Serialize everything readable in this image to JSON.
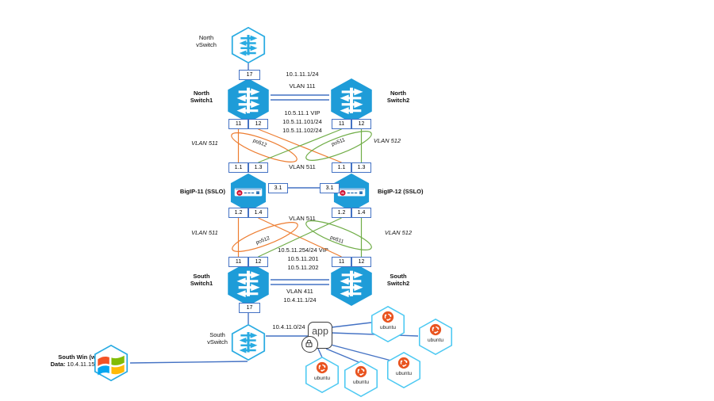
{
  "nodes": {
    "north_vswitch": {
      "line1": "North",
      "line2": "vSwitch"
    },
    "north_switch1": {
      "line1": "North",
      "line2": "Switch1"
    },
    "north_switch2": {
      "line1": "North",
      "line2": "Switch2"
    },
    "bigip11": {
      "label": "BigIP-11 (SSLO)"
    },
    "bigip12": {
      "label": "BigIP-12 (SSLO)"
    },
    "south_switch1": {
      "line1": "South",
      "line2": "Switch1"
    },
    "south_switch2": {
      "line1": "South",
      "line2": "Switch2"
    },
    "south_vswitch": {
      "line1": "South",
      "line2": "vSwitch"
    },
    "south_win": {
      "name": "South Win (win7)",
      "data_prefix": "Data:",
      "data_ip": "10.4.11.152/24"
    },
    "app": {
      "label": "app"
    },
    "ubuntu": {
      "label": "ubuntu"
    },
    "f5_logo": "f5"
  },
  "ports": {
    "north_vswitch_port": "17",
    "ns1_a": "11",
    "ns1_b": "12",
    "ns2_a": "11",
    "ns2_b": "12",
    "b11_top_a": "1.1",
    "b11_top_b": "1.3",
    "b12_top_a": "1.1",
    "b12_top_b": "1.3",
    "b11_ha": "3.1",
    "b12_ha": "3.1",
    "b11_bot_a": "1.2",
    "b11_bot_b": "1.4",
    "b12_bot_a": "1.2",
    "b12_bot_b": "1.4",
    "ss1_a": "11",
    "ss1_b": "12",
    "ss2_a": "11",
    "ss2_b": "12",
    "south_vswitch_port": "17"
  },
  "labels": {
    "north_subnet": "10.1.11.1/24",
    "vlan_111": "VLAN 111",
    "north_vip": "10.5.11.1 VIP",
    "north_self1": "10.5.11.101/24",
    "north_self2": "10.5.11.102/24",
    "vlan_511_left_north": "VLAN 511",
    "vlan_512_right_north": "VLAN 512",
    "po512_north": "po512",
    "po511_north": "po511",
    "vlan_511_mid_north": "VLAN 511",
    "vlan_511_mid_south": "VLAN 511",
    "vlan_511_left_south": "VLAN 511",
    "vlan_512_right_south": "VLAN 512",
    "po512_south": "po512",
    "po511_south": "po511",
    "south_vip": "10.5.11.254/24 VIP",
    "south_self1": "10.5.11.201",
    "south_self2": "10.5.11.202",
    "vlan_411": "VLAN 411",
    "south_switch_subnet": "10.4.11.1/24",
    "south_vswitch_subnet": "10.4.11.0/24"
  },
  "colors": {
    "switch_blue": "#1E9CD8",
    "vswitch_cyan": "#29ABE2",
    "ubuntu_hex_cyan": "#4DC9F2",
    "link_blue": "#4472C4",
    "po512_orange": "#ED7D31",
    "po511_green": "#70AD47",
    "ubuntu_orange": "#E95420",
    "f5_red": "#CF0A2C"
  }
}
